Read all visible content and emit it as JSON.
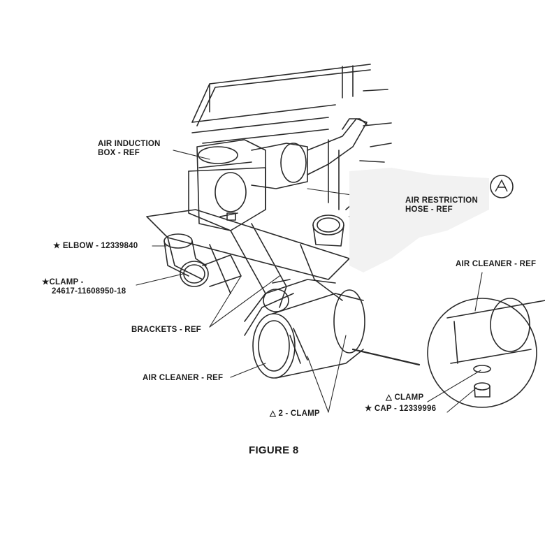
{
  "figure": {
    "caption": "FIGURE 8"
  },
  "labels": {
    "air_induction_box": [
      "AIR INDUCTION",
      "BOX - REF"
    ],
    "air_restriction_hose": [
      "AIR RESTRICTION",
      "HOSE - REF"
    ],
    "elbow": "★ ELBOW - 12339840",
    "clamp_part": [
      "★CLAMP -",
      "24617-11608950-18"
    ],
    "brackets": "BRACKETS - REF",
    "air_cleaner": "AIR CLEANER - REF",
    "air_cleaner_detail": "AIR CLEANER - REF",
    "two_clamp": "△ 2 - CLAMP",
    "detail_clamp": "△ CLAMP",
    "cap": "★ CAP - 12339996"
  },
  "icons": {
    "detail_callout": "circled-A-symbol"
  }
}
